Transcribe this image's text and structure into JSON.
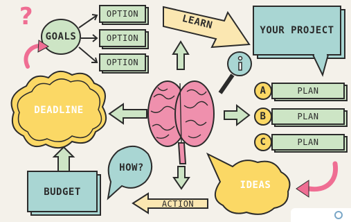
{
  "diagram": {
    "question_mark": "?",
    "goals": "GOALS",
    "options": [
      "OPTION",
      "OPTION",
      "OPTION"
    ],
    "learn": "LEARN",
    "your_project": "YOUR PROJECT",
    "plans": [
      {
        "letter": "A",
        "label": "PLAN"
      },
      {
        "letter": "B",
        "label": "PLAN"
      },
      {
        "letter": "C",
        "label": "PLAN"
      }
    ],
    "deadline": "DEADLINE",
    "how": "HOW?",
    "budget": "BUDGET",
    "action": "ACTION",
    "ideas": "IDEAS"
  },
  "colors": {
    "green": "#cde5c5",
    "teal": "#a9d6d3",
    "yellow": "#fbd865",
    "pink": "#ef6e93",
    "brain": "#ef90ad",
    "outline": "#2b2b2b"
  }
}
